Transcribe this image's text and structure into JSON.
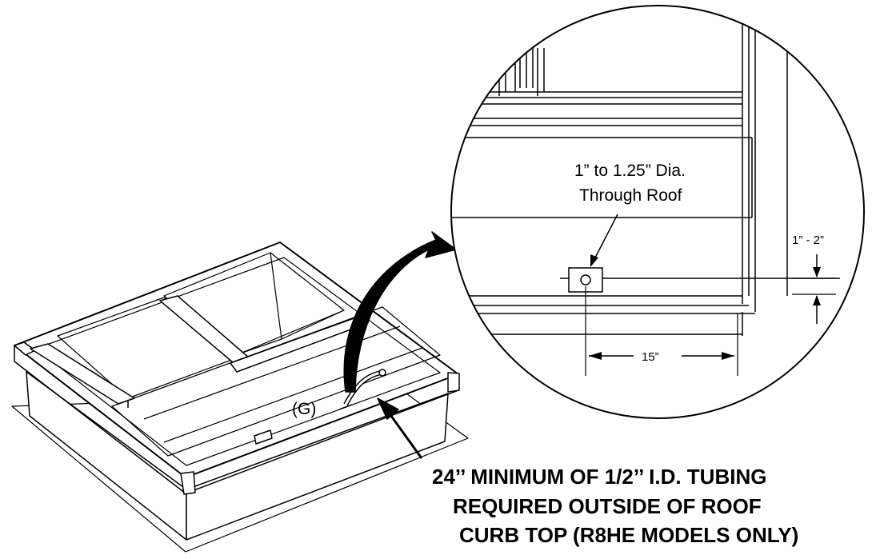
{
  "detail": {
    "hole_label_line1": "1” to 1.25” Dia.",
    "hole_label_line2": "Through Roof",
    "vertical_dimension": "1” - 2”",
    "horizontal_dimension": "15”"
  },
  "curb": {
    "tubing_location_label": "(G)"
  },
  "note": {
    "line1": "24’’ MINIMUM OF 1/2’’ I.D. TUBING",
    "line2": "REQUIRED OUTSIDE OF ROOF",
    "line3": "CURB TOP (R8HE MODELS ONLY)"
  }
}
